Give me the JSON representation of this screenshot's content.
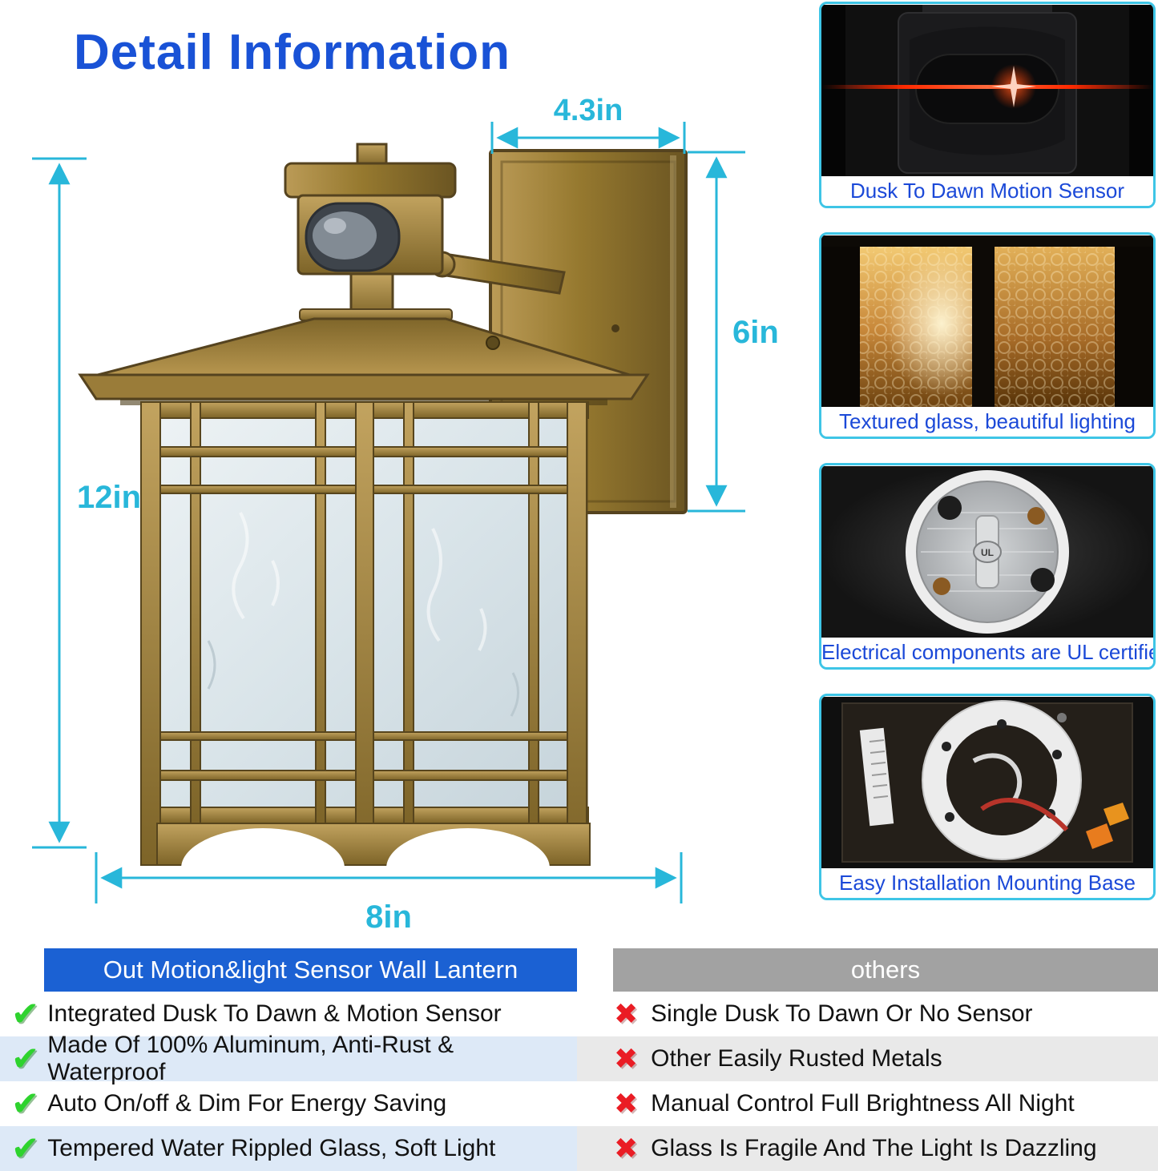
{
  "title": "Detail Information",
  "diagram": {
    "dim_top": "4.3in",
    "dim_right": "6in",
    "dim_left": "12in",
    "dim_bottom": "8in"
  },
  "features": [
    {
      "icon": "motion-sensor-photo",
      "caption": "Dusk To Dawn Motion Sensor"
    },
    {
      "icon": "textured-glass-photo",
      "caption": "Textured glass, beautiful lighting"
    },
    {
      "icon": "ul-socket-photo",
      "caption": "Electrical components are UL certified"
    },
    {
      "icon": "mounting-base-photo",
      "caption": "Easy Installation Mounting Base"
    }
  ],
  "socket": {
    "ul_mark": "UL"
  },
  "comparison": {
    "left_header": "Out Motion&light Sensor Wall Lantern",
    "right_header": "others",
    "rows": [
      {
        "left": "Integrated Dusk To Dawn & Motion Sensor",
        "right": "Single Dusk To Dawn Or No Sensor"
      },
      {
        "left": "Made Of 100% Aluminum, Anti-Rust & Waterproof",
        "right": "Other Easily Rusted Metals"
      },
      {
        "left": "Auto On/off & Dim For Energy Saving",
        "right": "Manual Control Full Brightness All Night"
      },
      {
        "left": "Tempered Water Rippled Glass, Soft Light",
        "right": "Glass Is Fragile And The Light Is Dazzling"
      }
    ]
  },
  "icons": {
    "check": "✔",
    "cross": "✖"
  },
  "colors": {
    "title_blue": "#1952d6",
    "dimension_cyan": "#28b7da",
    "caption_blue": "#1b49d8",
    "card_border_cyan": "#3ec5e6",
    "header_blue": "#1b61d3",
    "header_gray": "#a2a2a2",
    "check_green": "#2ed32e",
    "cross_red": "#ea1c24",
    "bronze": "#9c7f42"
  }
}
